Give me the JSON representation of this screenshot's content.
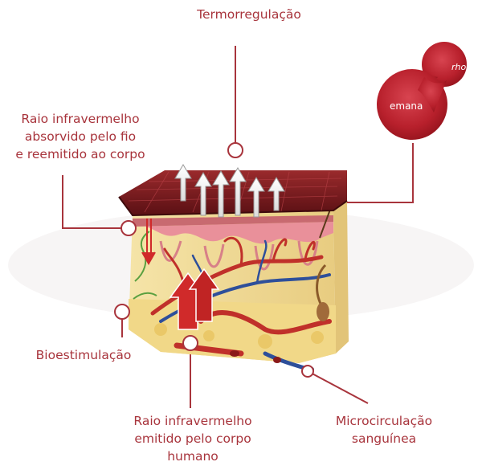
{
  "labels": {
    "thermoregulation": "Termorregulação",
    "infrared_absorbed": "Raio infravermelho\nabsorvido pelo fio\ne reemitido ao corpo",
    "biostimulation": "Bioestimulação",
    "infrared_emitted": "Raio infravermelho\nemitido pelo corpo\nhumano",
    "microcirculation": "Microcirculação\nsanguínea"
  },
  "logo": {
    "brand": "rhodia",
    "product": "emana"
  },
  "colors": {
    "accent": "#a8343c",
    "logo_red": "#b8202c",
    "fabric": "#7a1a1e",
    "skin": "#f3dfa0",
    "vessel_red": "#c0302a",
    "vessel_blue": "#2e4f9a"
  }
}
